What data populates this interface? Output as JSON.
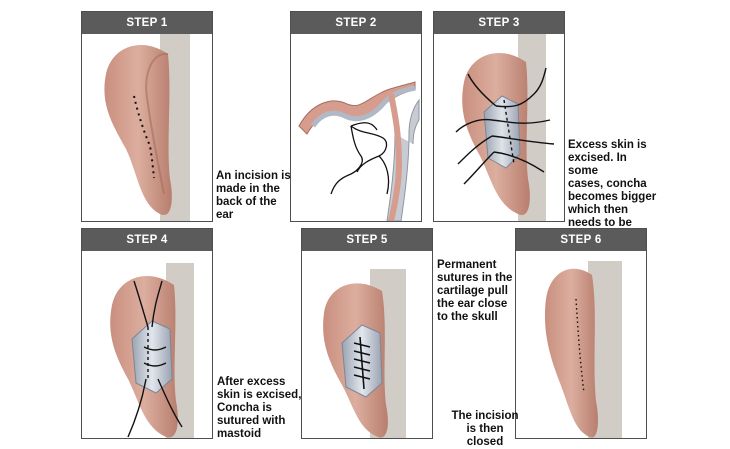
{
  "steps": [
    {
      "title": "STEP 1",
      "caption": "An incision is\nmade in the\nback of the\near"
    },
    {
      "title": "STEP 2",
      "caption": ""
    },
    {
      "title": "STEP 3",
      "caption": "Excess skin is\nexcised. In some\ncases, concha\nbecomes bigger\nwhich then\nneeds to be\nremoved"
    },
    {
      "title": "STEP 4",
      "caption": "After excess\nskin is excised,\nConcha is\nsutured with\nmastoid"
    },
    {
      "title": "STEP 5",
      "caption": "Permanent\nsutures in the\ncartilage pull\nthe ear close\nto the skull"
    },
    {
      "title": "STEP 6",
      "caption": "The incision\nis then closed"
    }
  ],
  "colors": {
    "header_bg": "#5b5b5b",
    "header_text": "#ffffff",
    "ear_skin": "#d4a394",
    "skull": "#cfc9c4",
    "cartilage": "#b9c0cc",
    "suture": "#111111"
  }
}
